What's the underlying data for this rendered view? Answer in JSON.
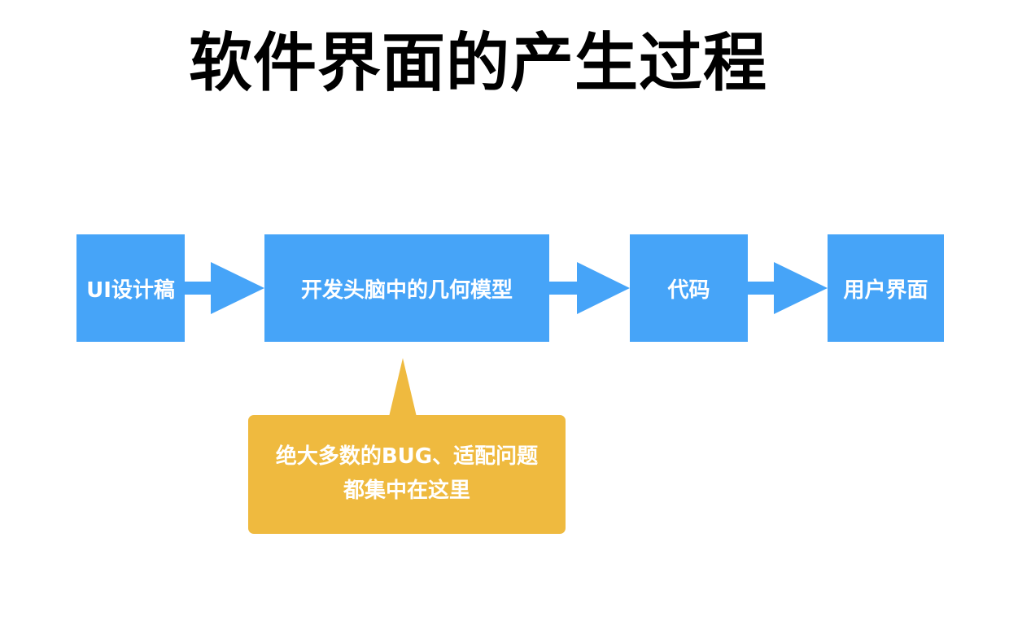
{
  "title": "软件界面的产生过程",
  "steps": [
    {
      "label": "UI设计稿"
    },
    {
      "label": "开发头脑中的几何模型"
    },
    {
      "label": "代码"
    },
    {
      "label": "用户界面"
    }
  ],
  "callout": {
    "line1": "绝大多数的BUG、适配问题",
    "line2": "都集中在这里"
  },
  "colors": {
    "step_fill": "#46a4f8",
    "callout_fill": "#efba3f",
    "text_on_fill": "#ffffff",
    "title_text": "#000000"
  }
}
